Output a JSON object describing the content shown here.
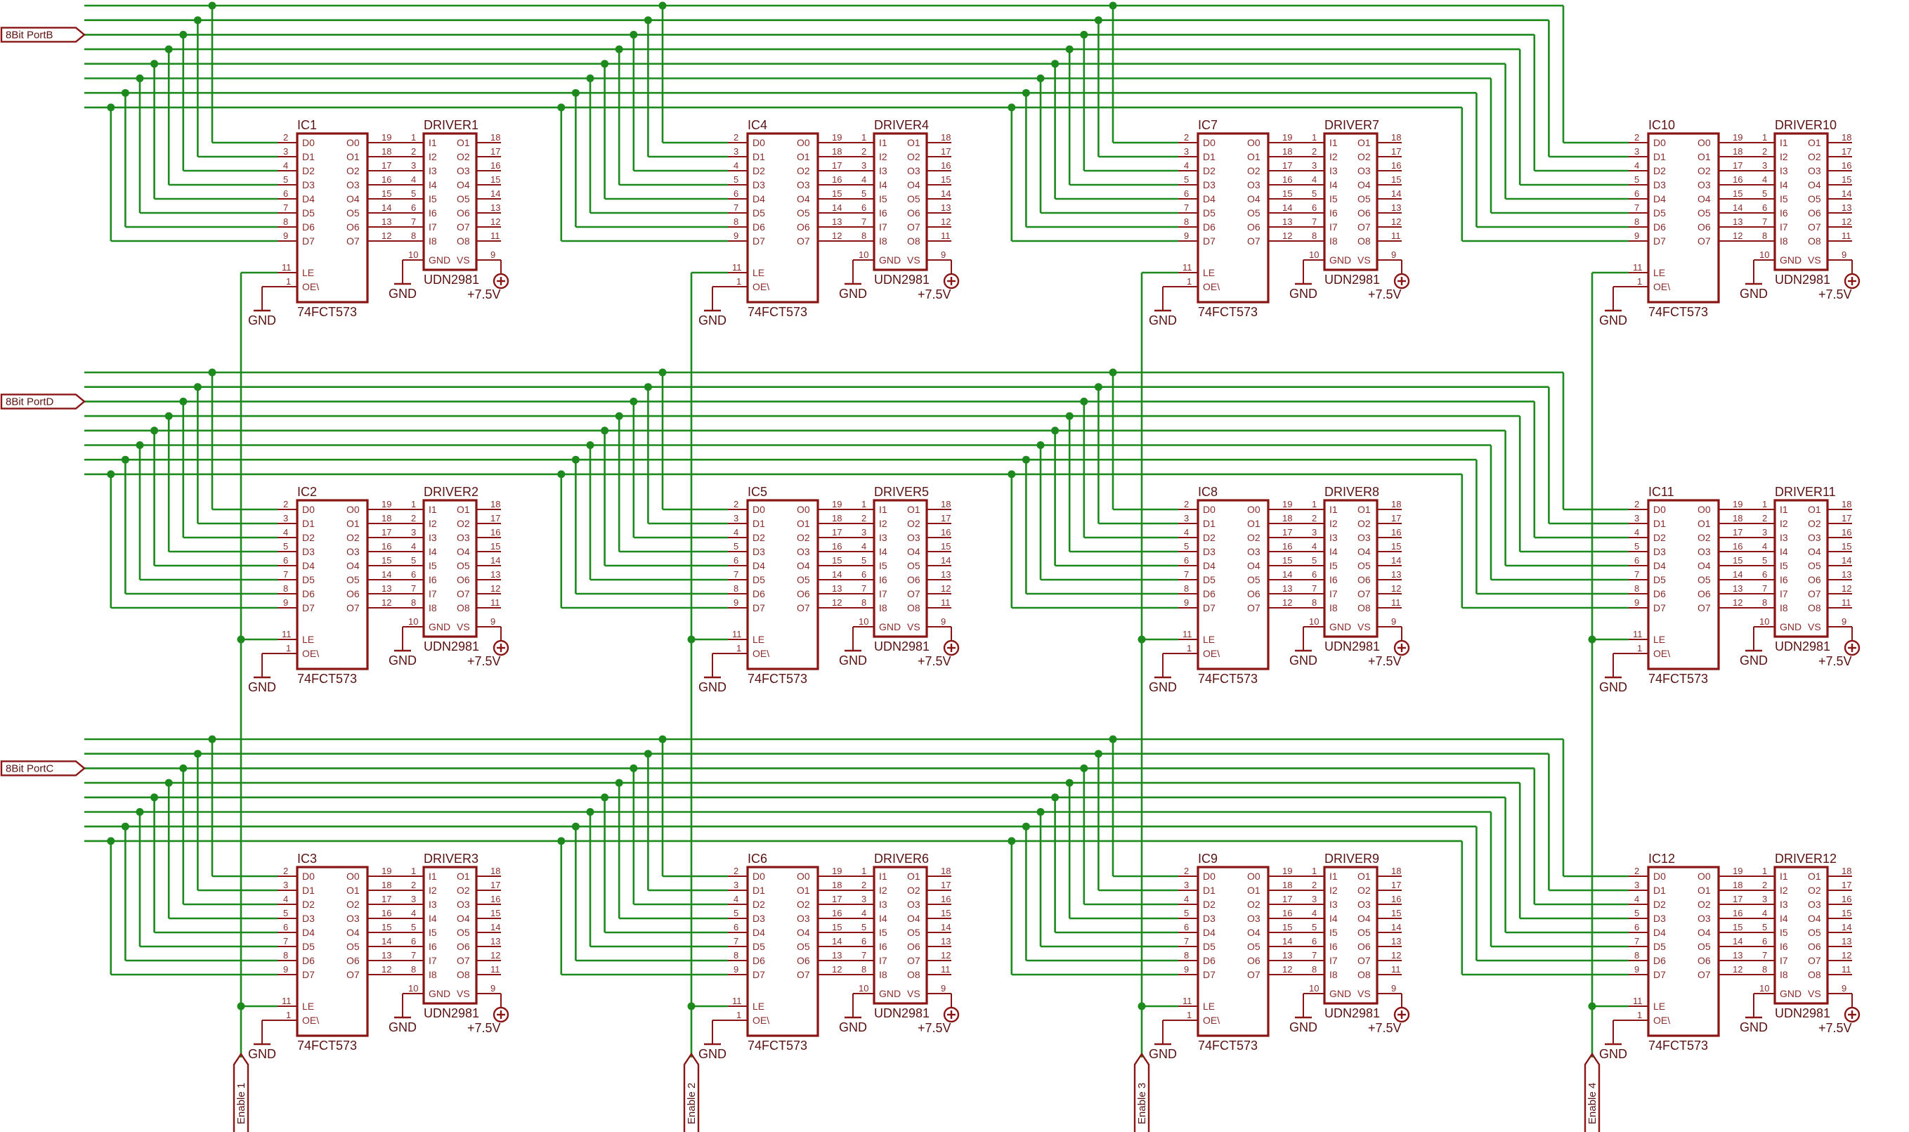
{
  "colors": {
    "wire": "#1d8a1d",
    "symbol": "#8a1515",
    "text": "#5a1111",
    "background": "#ffffff"
  },
  "ports": [
    "8Bit PortB",
    "8Bit PortD",
    "8Bit PortC"
  ],
  "enables": [
    "Enable 1",
    "Enable 2",
    "Enable 3",
    "Enable 4"
  ],
  "latches": [
    [
      "IC1",
      "IC4",
      "IC7",
      "IC10"
    ],
    [
      "IC2",
      "IC5",
      "IC8",
      "IC11"
    ],
    [
      "IC3",
      "IC6",
      "IC9",
      "IC12"
    ]
  ],
  "drivers": [
    [
      "DRIVER1",
      "DRIVER4",
      "DRIVER7",
      "DRIVER10"
    ],
    [
      "DRIVER2",
      "DRIVER5",
      "DRIVER8",
      "DRIVER11"
    ],
    [
      "DRIVER3",
      "DRIVER6",
      "DRIVER9",
      "DRIVER12"
    ]
  ],
  "latch_part": "74FCT573",
  "driver_part": "UDN2981",
  "gnd_label": "GND",
  "supply_label": "+7.5V",
  "latch_pins": {
    "inputs": [
      "D0",
      "D1",
      "D2",
      "D3",
      "D4",
      "D5",
      "D6",
      "D7"
    ],
    "outputs": [
      "O0",
      "O1",
      "O2",
      "O3",
      "O4",
      "O5",
      "O6",
      "O7"
    ],
    "le": "LE",
    "oe": "OE\\",
    "input_numbers": [
      "2",
      "3",
      "4",
      "5",
      "6",
      "7",
      "8",
      "9"
    ],
    "output_numbers": [
      "19",
      "18",
      "17",
      "16",
      "15",
      "14",
      "13",
      "12"
    ],
    "le_number": "11",
    "oe_number": "1"
  },
  "driver_pins": {
    "inputs": [
      "I1",
      "I2",
      "I3",
      "I4",
      "I5",
      "I6",
      "I7",
      "I8"
    ],
    "outputs": [
      "O1",
      "O2",
      "O3",
      "O4",
      "O5",
      "O6",
      "O7",
      "O8"
    ],
    "gnd": "GND",
    "vs": "VS",
    "input_numbers": [
      "1",
      "2",
      "3",
      "4",
      "5",
      "6",
      "7",
      "8"
    ],
    "output_numbers": [
      "18",
      "17",
      "16",
      "15",
      "14",
      "13",
      "12",
      "11"
    ],
    "gnd_number": "10",
    "vs_number": "9"
  }
}
